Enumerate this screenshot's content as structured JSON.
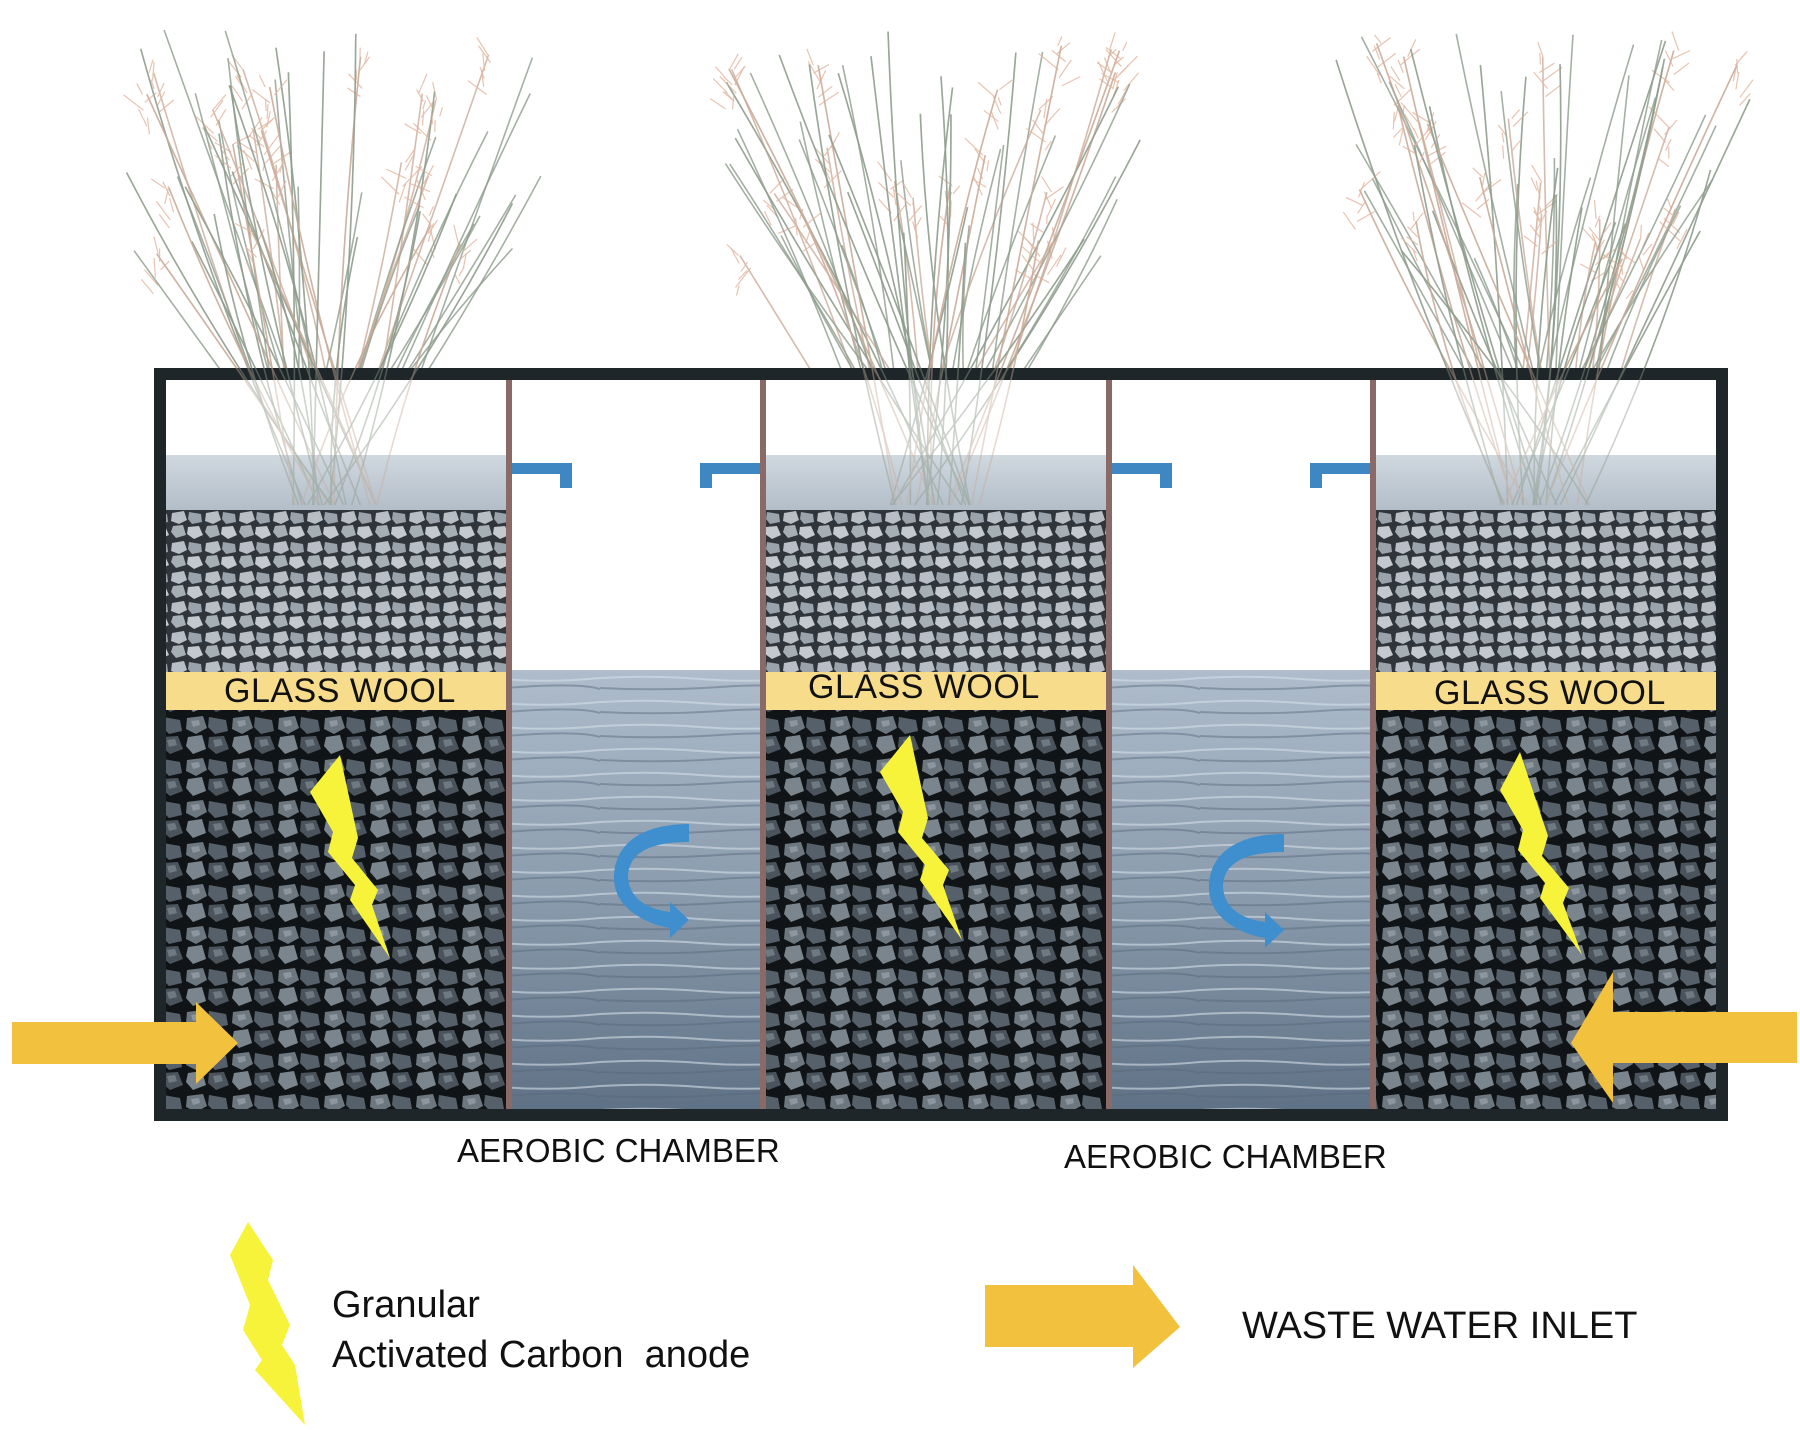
{
  "diagram": {
    "title": "",
    "colors": {
      "frame": "#1f2629",
      "divider": "#8a6a66",
      "glass_wool": "#f7dc8c",
      "anode_bolt": "#f7f33a",
      "inlet_arrow": "#f2c13e",
      "circulation_arrow": "#3f8fcf",
      "baffle": "#3f87c2",
      "water_light": "#a9b9c8",
      "water_dark": "#6c7f92",
      "gravel_light": "#9aa3ab",
      "gravel_dark": "#3d454c",
      "grass_stem": "#8d9c8c",
      "grass_plume": "#e3b8a2"
    },
    "planted_chambers": [
      {
        "glass_wool_label": "GLASS WOOL"
      },
      {
        "glass_wool_label": "GLASS WOOL"
      },
      {
        "glass_wool_label": "GLASS WOOL"
      }
    ],
    "aerobic_chambers": [
      {
        "label": "AEROBIC CHAMBER"
      },
      {
        "label": "AEROBIC CHAMBER"
      }
    ]
  },
  "legend": {
    "anode": {
      "icon": "lightning-bolt-icon",
      "line1": "Granular",
      "line2": "Activated Carbon  anode"
    },
    "inlet": {
      "icon": "arrow-right-icon",
      "text": "WASTE WATER INLET"
    }
  }
}
